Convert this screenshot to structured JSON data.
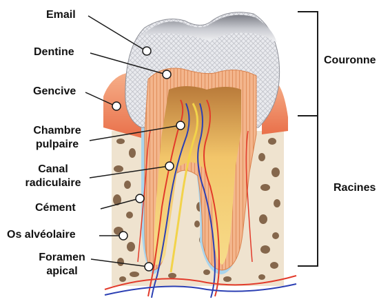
{
  "labels": {
    "email": "Email",
    "dentine": "Dentine",
    "gencive": "Gencive",
    "chambre_line1": "Chambre",
    "chambre_line2": "pulpaire",
    "canal_line1": "Canal",
    "canal_line2": "radiculaire",
    "cement": "Cément",
    "os": "Os alvéolaire",
    "foramen_line1": "Foramen",
    "foramen_line2": "apical",
    "couronne": "Couronne",
    "racines": "Racines"
  },
  "colors": {
    "enamel": "#dcdde3",
    "enamel_top": "#9a9ca4",
    "dentin": "#f0a878",
    "dentin_dark": "#d9824e",
    "pulp": "#f5d27a",
    "gum": "#f08a5d",
    "bone": "#efe3cf",
    "bone_pores": "#7a5a3e",
    "artery": "#e23a2a",
    "vein": "#2b3fb3",
    "cementum": "#a9d4ec"
  }
}
